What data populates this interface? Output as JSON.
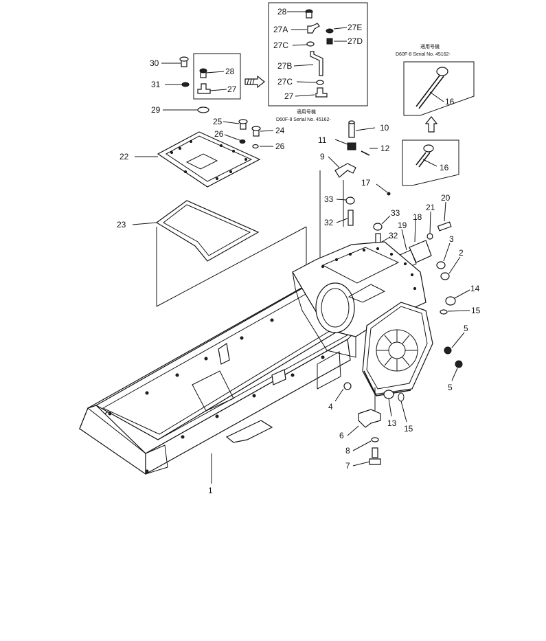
{
  "serial_note_top": {
    "line1": "適用号機",
    "line2": "D60F-8 Serial No. 45162-"
  },
  "serial_note_right": {
    "line1": "適用号機",
    "line2": "D60F-8 Serial No. 45162-"
  },
  "callouts": {
    "p1": "1",
    "p2": "2",
    "p3": "3",
    "p4": "4",
    "p5a": "5",
    "p5b": "5",
    "p6": "6",
    "p7": "7",
    "p8": "8",
    "p9": "9",
    "p10": "10",
    "p11": "11",
    "p12": "12",
    "p13": "13",
    "p14": "14",
    "p15a": "15",
    "p15b": "15",
    "p16a": "16",
    "p16b": "16",
    "p17": "17",
    "p18": "18",
    "p19": "19",
    "p20": "20",
    "p21": "21",
    "p22": "22",
    "p23": "23",
    "p24": "24",
    "p25": "25",
    "p26a": "26",
    "p26b": "26",
    "p27a": "27",
    "p27b": "27",
    "p27A": "27A",
    "p27B": "27B",
    "p27Ca": "27C",
    "p27Cb": "27C",
    "p27D": "27D",
    "p27E": "27E",
    "p28a": "28",
    "p28b": "28",
    "p29": "29",
    "p30": "30",
    "p31": "31",
    "p32a": "32",
    "p32b": "32",
    "p33a": "33",
    "p33b": "33"
  }
}
